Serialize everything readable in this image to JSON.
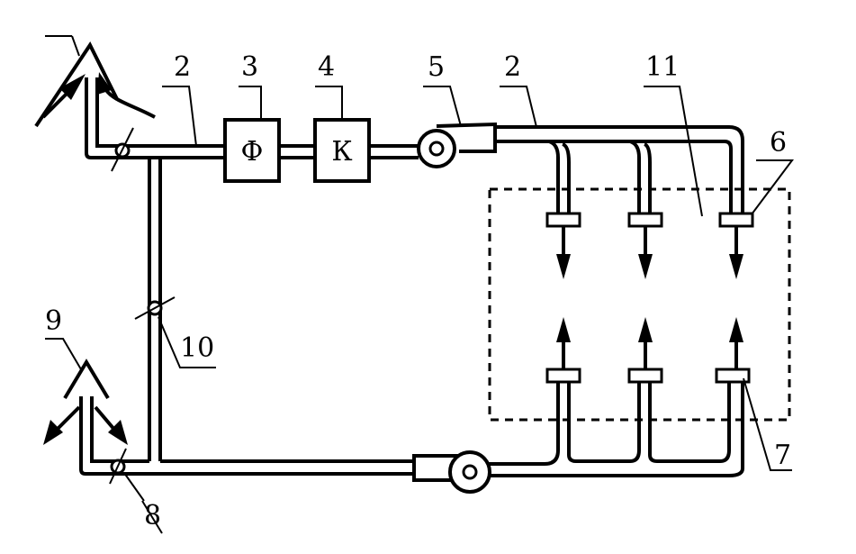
{
  "blocks": {
    "filter": "Ф",
    "compressor": "К"
  },
  "labels": {
    "n2a": "2",
    "n2b": "2",
    "n3": "3",
    "n4": "4",
    "n5": "5",
    "n6": "6",
    "n7": "7",
    "n8": "8",
    "n9": "9",
    "n10": "10",
    "n11": "11"
  }
}
